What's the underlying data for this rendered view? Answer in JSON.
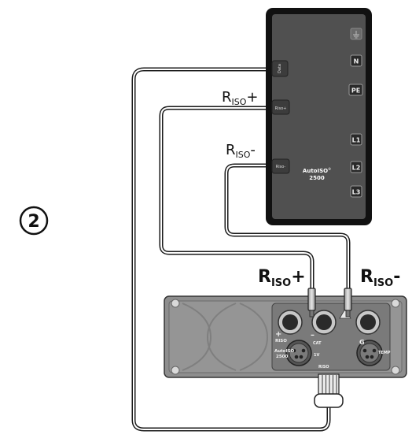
{
  "step_number": "2",
  "adapter": {
    "port_labels": [
      "Data",
      "Riso+",
      "Riso-"
    ],
    "side_labels": [
      "N",
      "PE",
      "L1",
      "L2",
      "L3"
    ],
    "name_line1": "AutoISO",
    "name_sup": "®",
    "name_line2": "2500"
  },
  "wire_labels": {
    "riso_plus": {
      "base": "R",
      "sub": "ISO",
      "sign": "+"
    },
    "riso_minus": {
      "base": "R",
      "sub": "ISO",
      "sign": "-"
    }
  },
  "meter_labels": {
    "riso_plus": {
      "base": "R",
      "sub": "ISO",
      "sign": "+"
    },
    "riso_minus": {
      "base": "R",
      "sub": "ISO",
      "sign": "-"
    }
  },
  "meter": {
    "plus_sign": "+",
    "minus_sign": "–",
    "riso_text": "RISO",
    "autoiso_text": "AutoISO",
    "autoiso_num": "2500",
    "ground_letter": "G",
    "temp_text": "TEMP",
    "cat_text": "CAT",
    "voltage_text": "1V",
    "bottom_text": "RISO"
  }
}
